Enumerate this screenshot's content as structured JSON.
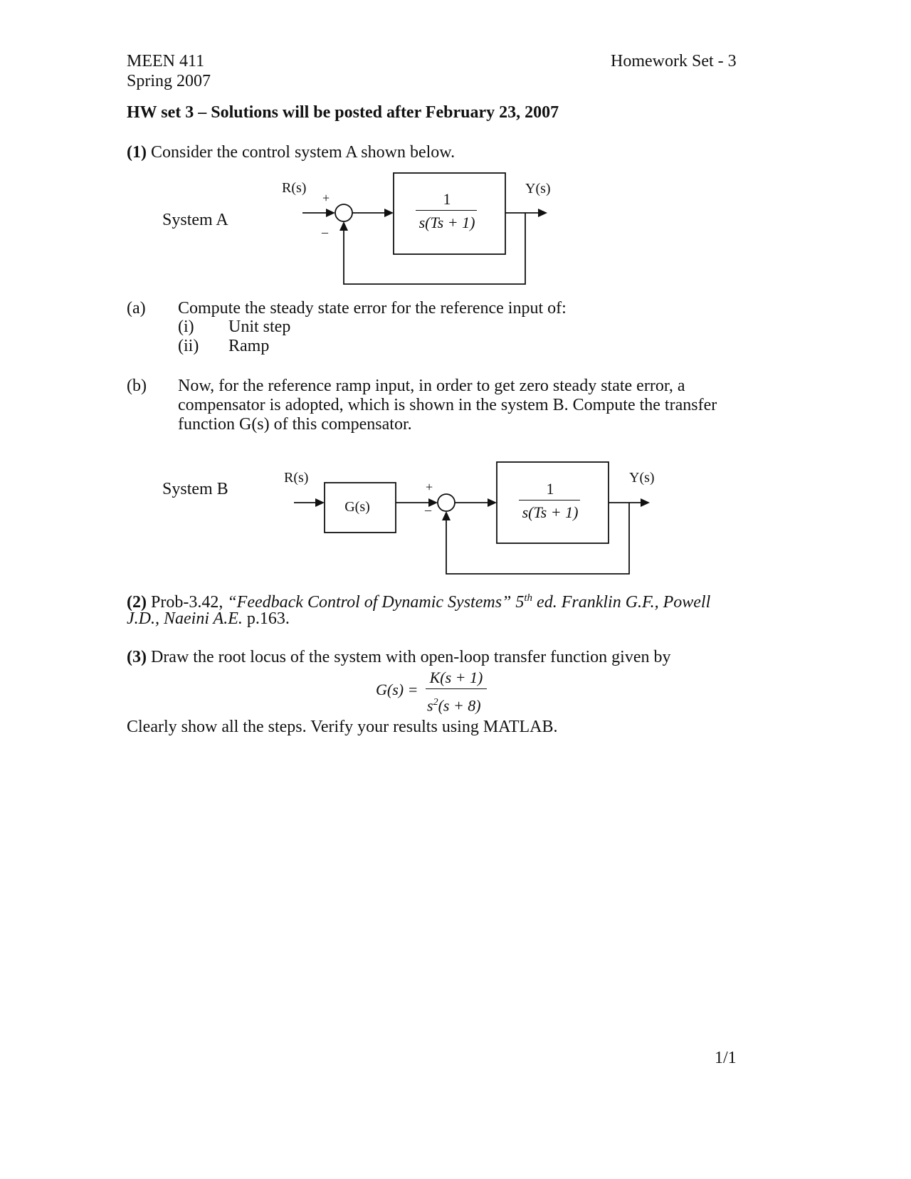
{
  "header": {
    "course": "MEEN 411",
    "term": "Spring 2007",
    "set_label": "Homework Set - 3"
  },
  "title": "HW set 3 – Solutions will be posted after February 23, 2007",
  "problem1": {
    "number": "(1)",
    "text": "Consider the control system A shown below.",
    "systemA": {
      "label": "System A",
      "input": "R(s)",
      "output": "Y(s)",
      "plus": "+",
      "minus": "–",
      "num": "1",
      "den": "s(Ts + 1)"
    },
    "part_a": {
      "marker": "(a)",
      "text": "Compute the steady state error for the reference input of:",
      "items": [
        {
          "marker": "(i)",
          "text": "Unit step"
        },
        {
          "marker": "(ii)",
          "text": "Ramp"
        }
      ]
    },
    "part_b": {
      "marker": "(b)",
      "lines": [
        "Now, for the reference ramp input, in order to get zero steady state error, a",
        "compensator is adopted, which is shown in the system B. Compute the transfer",
        "function G(s) of this compensator."
      ]
    },
    "systemB": {
      "label": "System B",
      "input": "R(s)",
      "output": "Y(s)",
      "compensator": "G(s)",
      "plus": "+",
      "minus": "–",
      "num": "1",
      "den": "s(Ts + 1)"
    }
  },
  "problem2": {
    "number": "(2)",
    "prefix": "Prob-3.42,",
    "book": "“Feedback Control of Dynamic Systems” 5",
    "sup": "th",
    "after_sup": " ed. Franklin G.F., Powell",
    "line2_italic": "J.D., Naeini A.E.",
    "line2_plain": " p.163."
  },
  "problem3": {
    "number": "(3)",
    "text": "Draw the root locus of the system with open-loop transfer function given by",
    "lhs": "G(s) =",
    "num": "K(s + 1)",
    "den_base": "s",
    "den_exp": "2",
    "den_rest": "(s + 8)",
    "footer": "Clearly show all the steps. Verify your results using MATLAB."
  },
  "page_number": "1/1"
}
